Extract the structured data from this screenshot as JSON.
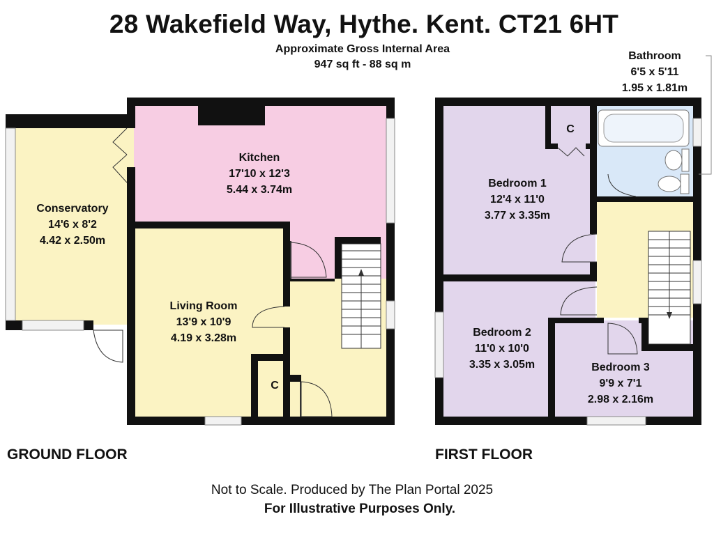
{
  "header": {
    "title": "28 Wakefield Way, Hythe. Kent. CT21 6HT",
    "area_heading": "Approximate Gross Internal Area",
    "area_value": "947 sq ft - 88 sq m"
  },
  "ground_floor": {
    "label": "GROUND FLOOR",
    "rooms": {
      "kitchen": {
        "name": "Kitchen",
        "imperial": "17'10 x 12'3",
        "metric": "5.44 x 3.74m"
      },
      "conservatory": {
        "name": "Conservatory",
        "imperial": "14'6 x 8'2",
        "metric": "4.42 x 2.50m"
      },
      "living_room": {
        "name": "Living Room",
        "imperial": "13'9 x 10'9",
        "metric": "4.19 x 3.28m"
      },
      "cupboard": {
        "name": "C"
      }
    }
  },
  "first_floor": {
    "label": "FIRST FLOOR",
    "rooms": {
      "bathroom": {
        "name": "Bathroom",
        "imperial": "6'5 x 5'11",
        "metric": "1.95 x 1.81m"
      },
      "bedroom1": {
        "name": "Bedroom 1",
        "imperial": "12'4 x 11'0",
        "metric": "3.77 x 3.35m"
      },
      "bedroom2": {
        "name": "Bedroom 2",
        "imperial": "11'0 x 10'0",
        "metric": "3.35 x 3.05m"
      },
      "bedroom3": {
        "name": "Bedroom 3",
        "imperial": "9'9 x 7'1",
        "metric": "2.98 x 2.16m"
      },
      "cupboard": {
        "name": "C"
      }
    }
  },
  "footer": {
    "line1": "Not to Scale. Produced by The Plan Portal 2025",
    "line2": "For Illustrative Purposes Only."
  },
  "colors": {
    "wall": "#111111",
    "kitchen": "#f7cde3",
    "living": "#fbf3c3",
    "bedroom": "#e2d6ec",
    "bathroom": "#d9e8f8",
    "window": "#f2f2f2"
  }
}
